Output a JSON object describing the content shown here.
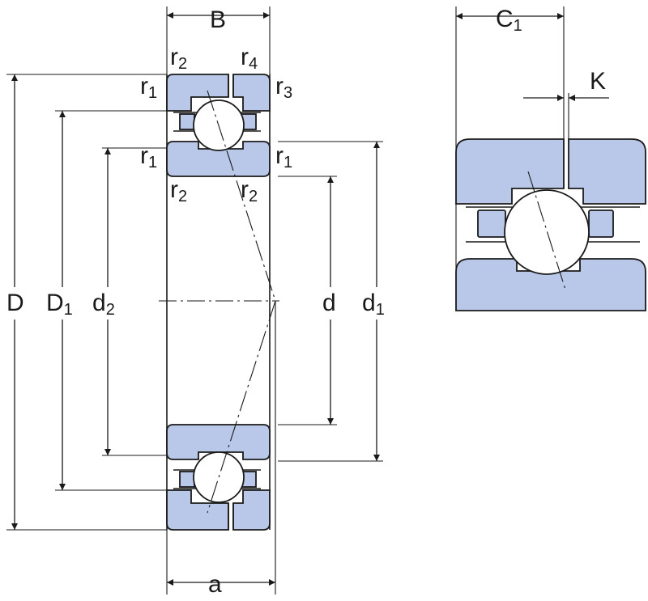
{
  "colors": {
    "ring_fill": "#b9c8e8",
    "line": "#1a1a1a",
    "background": "#ffffff"
  },
  "labels": {
    "B": "B",
    "r2_top_left": "r2",
    "r4": "r4",
    "r1_top_left": "r1",
    "r3": "r3",
    "r1_mid_left": "r1",
    "r1_mid_right": "r1",
    "r2_mid_left": "r2",
    "r2_mid_right": "r2",
    "D": "D",
    "D1": "D1",
    "d2": "d2",
    "d": "d",
    "d1": "d1",
    "a": "a",
    "C1": "C1",
    "K": "K"
  }
}
